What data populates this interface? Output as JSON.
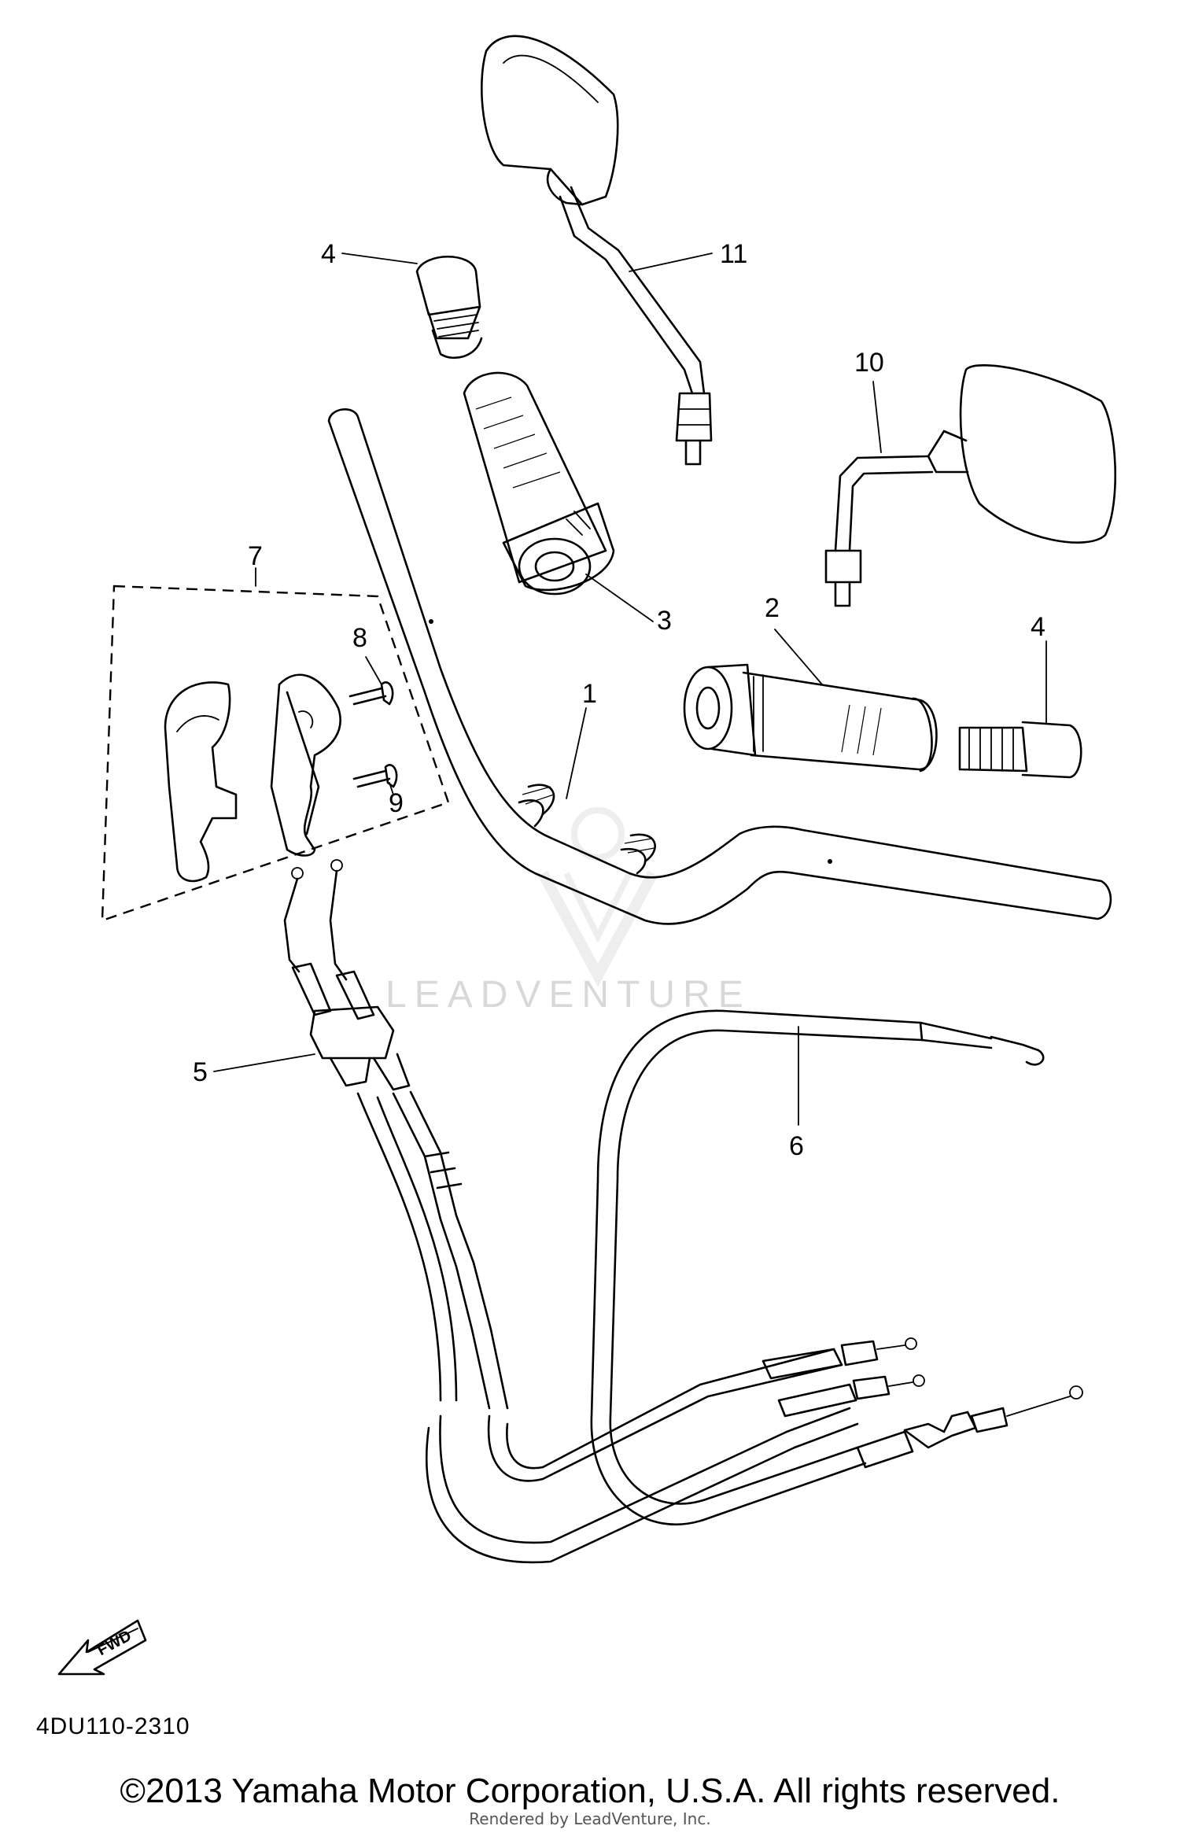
{
  "diagram": {
    "callouts": [
      {
        "id": "1",
        "label": "1"
      },
      {
        "id": "2",
        "label": "2"
      },
      {
        "id": "3",
        "label": "3"
      },
      {
        "id": "4a",
        "label": "4"
      },
      {
        "id": "4b",
        "label": "4"
      },
      {
        "id": "5",
        "label": "5"
      },
      {
        "id": "6",
        "label": "6"
      },
      {
        "id": "7",
        "label": "7"
      },
      {
        "id": "8",
        "label": "8"
      },
      {
        "id": "9",
        "label": "9"
      },
      {
        "id": "10",
        "label": "10"
      },
      {
        "id": "11",
        "label": "11"
      }
    ],
    "fwd_label": "FWD",
    "watermark": "LEADVENTURE",
    "ref_code": "4DU110-2310"
  },
  "footer": {
    "copyright": "©2013 Yamaha Motor Corporation, U.S.A. All rights reserved.",
    "rendered_by": "Rendered by LeadVenture, Inc."
  }
}
